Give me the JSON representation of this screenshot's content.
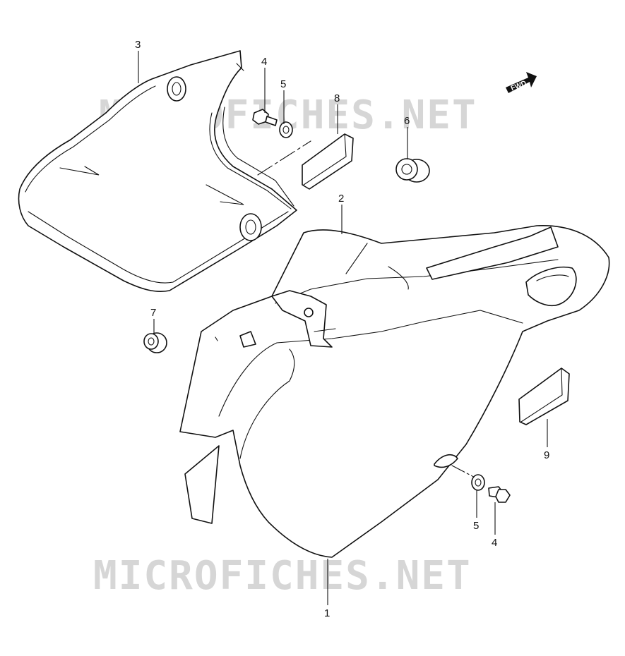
{
  "watermark": {
    "text": "MICROFICHES.NET",
    "color": "#d6d6d6"
  },
  "direction_arrow": {
    "label": "FWD",
    "icon": "forward-arrow-icon"
  },
  "callouts": {
    "part_1": "1",
    "part_2": "2",
    "part_3": "3",
    "part_4_upper": "4",
    "part_4_lower": "4",
    "part_5_upper": "5",
    "part_5_lower": "5",
    "part_6": "6",
    "part_7": "7",
    "part_8": "8",
    "part_9": "9"
  }
}
